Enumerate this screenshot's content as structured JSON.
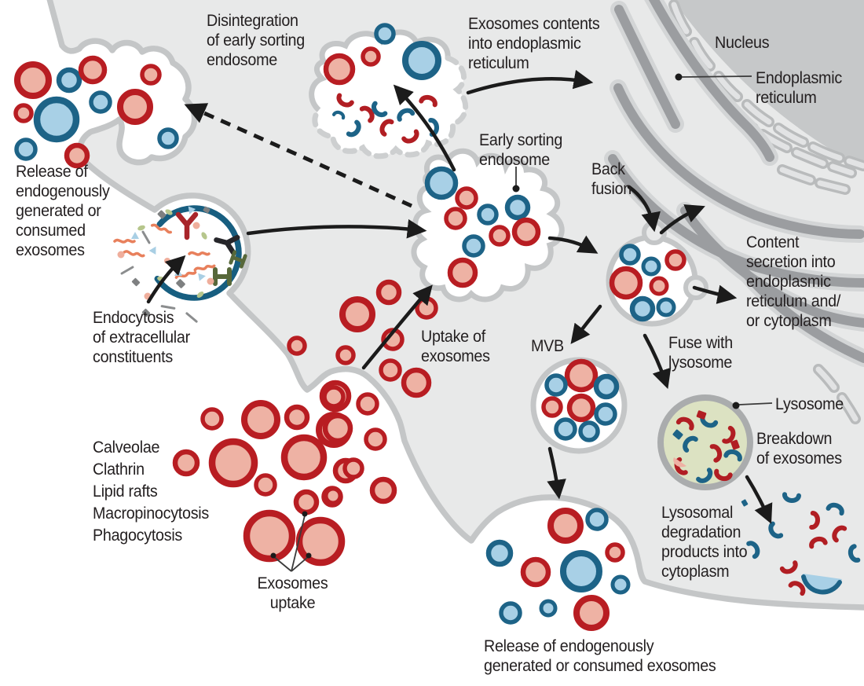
{
  "figure": {
    "description": "Cell diagram of exosome uptake, sorting, recycling and degradation pathways"
  },
  "colors": {
    "exosome_red_ring": "#b81d22",
    "exosome_pink_fill": "#eeb2a4",
    "exosome_blue_ring": "#1d6387",
    "exosome_light_blue_fill": "#a8d0e6",
    "cell_fill": "#e8e9e9",
    "membrane": "#c4c6c7",
    "nucleus_fill": "#c6c8c9",
    "er_dark": "#9b9da0",
    "lysosome_fill": "#dce2c2",
    "endocytic_cup": "#175e80",
    "arrow": "#1b1b1b",
    "text": "#231f20"
  },
  "labels": {
    "disintegration": "Disintegration\nof early sorting\nendosome",
    "exosome_contents": "Exosomes contents\ninto endoplasmic\nreticulum",
    "nucleus": "Nucleus",
    "endoplasmic_reticulum": "Endoplasmic\nreticulum",
    "release_top": "Release of\nendogenously\ngenerated or\nconsumed\nexosomes",
    "early_sorting_endosome": "Early sorting\nendosome",
    "back_fusion": "Back\nfusion",
    "endocytosis": "Endocytosis\nof extracellular\nconstituents",
    "uptake_of_exosomes": "Uptake of\nexosomes",
    "mvb": "MVB",
    "content_secretion": "Content\nsecretion into\nendoplasmic\nreticulum and/\nor cytoplasm",
    "fuse_with_lysosome": "Fuse with\nlysosome",
    "lysosome": "Lysosome",
    "breakdown_of_exosomes": "Breakdown\nof exosomes",
    "lysosomal_degradation": "Lysosomal\ndegradation\nproducts into\ncytoplasm",
    "exosomes_uptake": "Exosomes\nuptake",
    "release_bottom": "Release of endogenously\ngenerated or consumed exosomes"
  },
  "uptake_mechanisms": [
    "Calveolae",
    "Clathrin",
    "Lipid rafts",
    "Macropinocytosis",
    "Phagocytosis"
  ]
}
